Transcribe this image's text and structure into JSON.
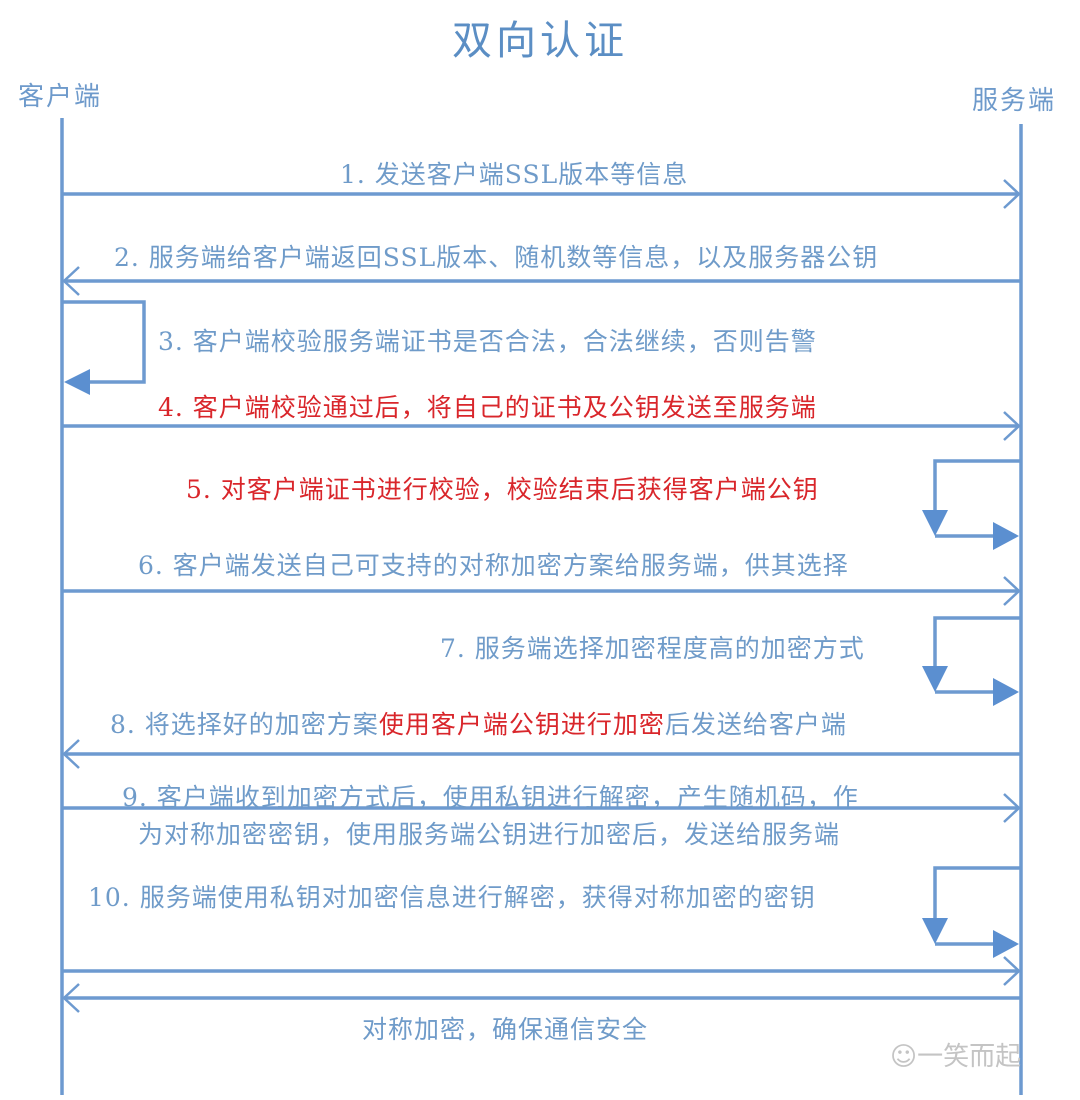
{
  "title": "双向认证",
  "actors": {
    "client": "客户端",
    "server": "服务端"
  },
  "steps": [
    {
      "id": 1,
      "text": "1. 发送客户端SSL版本等信息",
      "direction": "client-to-server",
      "color": "blue"
    },
    {
      "id": 2,
      "text": "2. 服务端给客户端返回SSL版本、随机数等信息，以及服务器公钥",
      "direction": "server-to-client",
      "color": "blue"
    },
    {
      "id": 3,
      "text": "3. 客户端校验服务端证书是否合法，合法继续，否则告警",
      "direction": "client-self",
      "color": "blue"
    },
    {
      "id": 4,
      "text": "4. 客户端校验通过后，将自己的证书及公钥发送至服务端",
      "direction": "client-to-server",
      "color": "red"
    },
    {
      "id": 5,
      "text": "5. 对客户端证书进行校验，校验结束后获得客户端公钥",
      "direction": "server-self",
      "color": "red"
    },
    {
      "id": 6,
      "text": "6. 客户端发送自己可支持的对称加密方案给服务端，供其选择",
      "direction": "client-to-server",
      "color": "blue"
    },
    {
      "id": 7,
      "text": "7. 服务端选择加密程度高的加密方式",
      "direction": "server-self",
      "color": "blue"
    },
    {
      "id": 8,
      "text_parts": [
        "8. 将选择好的加密方案",
        "使用客户端公钥进行加密",
        "后发送给客户端"
      ],
      "direction": "server-to-client",
      "color": "mixed"
    },
    {
      "id": 9,
      "text_lines": [
        "9. 客户端收到加密方式后，使用私钥进行解密，产生随机码，作",
        "为对称加密密钥，使用服务端公钥进行加密后，发送给服务端"
      ],
      "direction": "client-to-server",
      "color": "blue"
    },
    {
      "id": 10,
      "text": "10. 服务端使用私钥对加密信息进行解密，获得对称加密的密钥",
      "direction": "server-self",
      "color": "blue"
    }
  ],
  "final": {
    "text": "对称加密，确保通信安全",
    "direction": "bidirectional"
  },
  "watermark": "一笑而起",
  "colors": {
    "line": "#6d9ad0",
    "text_blue": "#6f9bc9",
    "text_red": "#d9262b"
  }
}
